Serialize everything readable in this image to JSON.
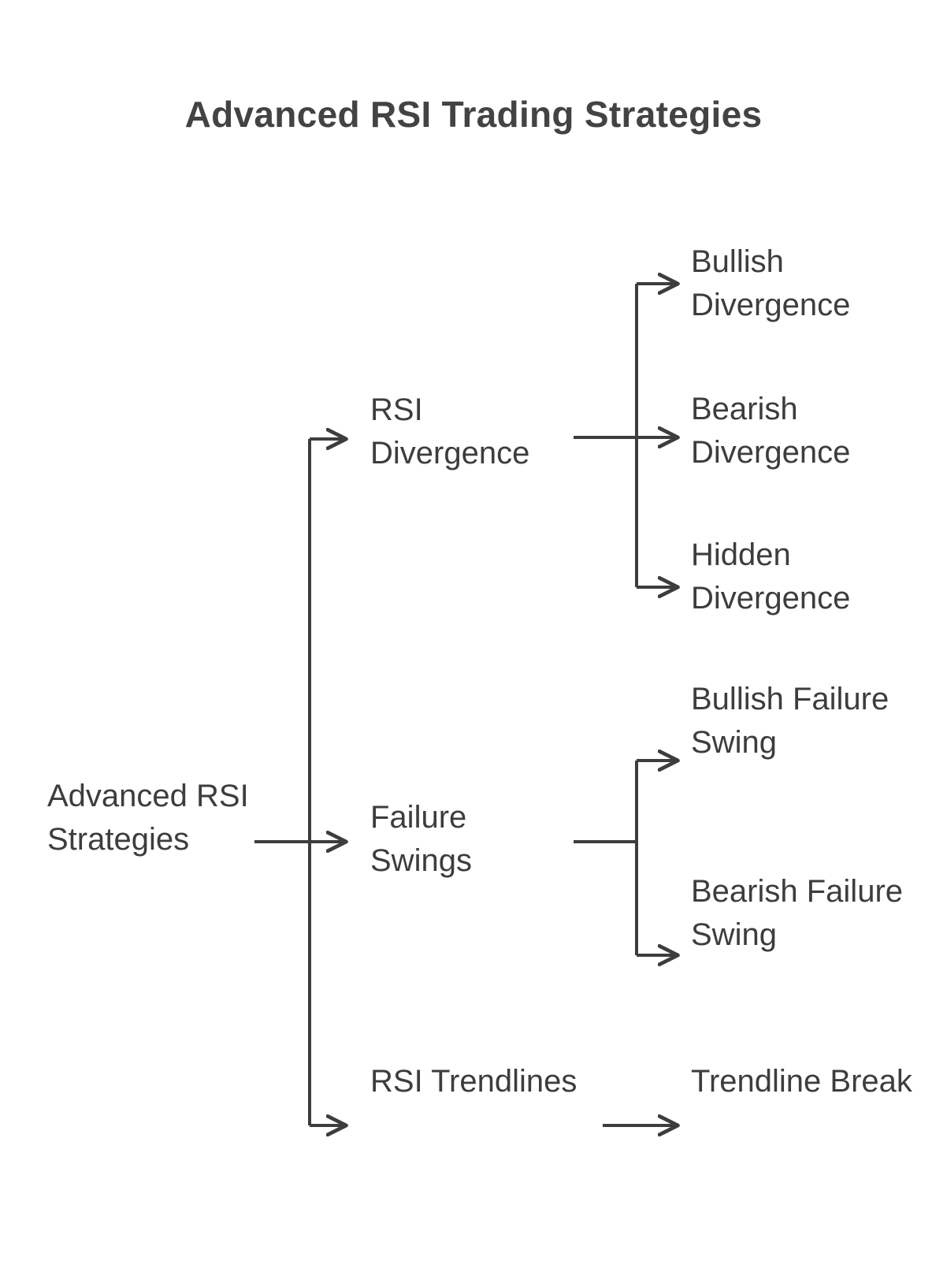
{
  "title": "Advanced RSI Trading Strategies",
  "colors": {
    "background": "#ffffff",
    "title_text": "#434343",
    "node_text": "#3d3d3d",
    "connector": "#3d3d3d"
  },
  "root": {
    "label": "Advanced RSI Strategies"
  },
  "branches": [
    {
      "id": "rsi-divergence",
      "label": "RSI Divergence",
      "children": [
        {
          "id": "bullish-divergence",
          "label": "Bullish Divergence"
        },
        {
          "id": "bearish-divergence",
          "label": "Bearish Divergence"
        },
        {
          "id": "hidden-divergence",
          "label": "Hidden Divergence"
        }
      ]
    },
    {
      "id": "failure-swings",
      "label": "Failure Swings",
      "children": [
        {
          "id": "bullish-failure-swing",
          "label": "Bullish Failure Swing"
        },
        {
          "id": "bearish-failure-swing",
          "label": "Bearish Failure Swing"
        }
      ]
    },
    {
      "id": "rsi-trendlines",
      "label": "RSI Trendlines",
      "children": [
        {
          "id": "trendline-break",
          "label": "Trendline Break"
        }
      ]
    }
  ]
}
